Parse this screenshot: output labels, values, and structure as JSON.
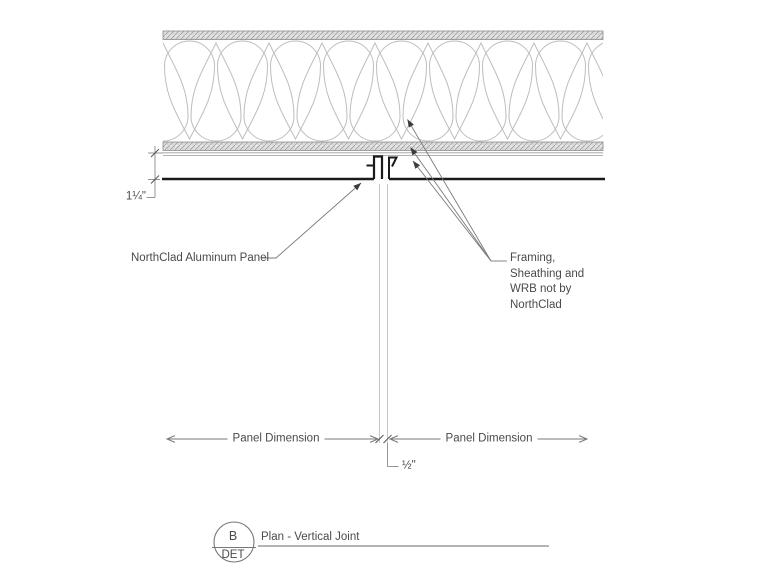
{
  "labels": {
    "panel_depth_dim": "1¼\"",
    "panel_label": "NorthClad Aluminum Panel",
    "framing_note_lines": [
      "Framing,",
      "Sheathing and",
      "WRB not by",
      "NorthClad"
    ],
    "panel_dim_left": "Panel Dimension",
    "panel_dim_right": "Panel Dimension",
    "joint_dim": "½\"",
    "detail_letter": "B",
    "detail_sheet": "DET",
    "detail_title": "Plan - Vertical Joint"
  },
  "colors": {
    "line_dark": "#1a1a1a",
    "line_medium": "#7a7a7a",
    "line_light": "#b2b2b2",
    "batt_line": "#bdbdbd",
    "hatch_bg": "#e4e4e4",
    "hatch_line": "#9b9b9b",
    "text": "#4a4a4a"
  }
}
